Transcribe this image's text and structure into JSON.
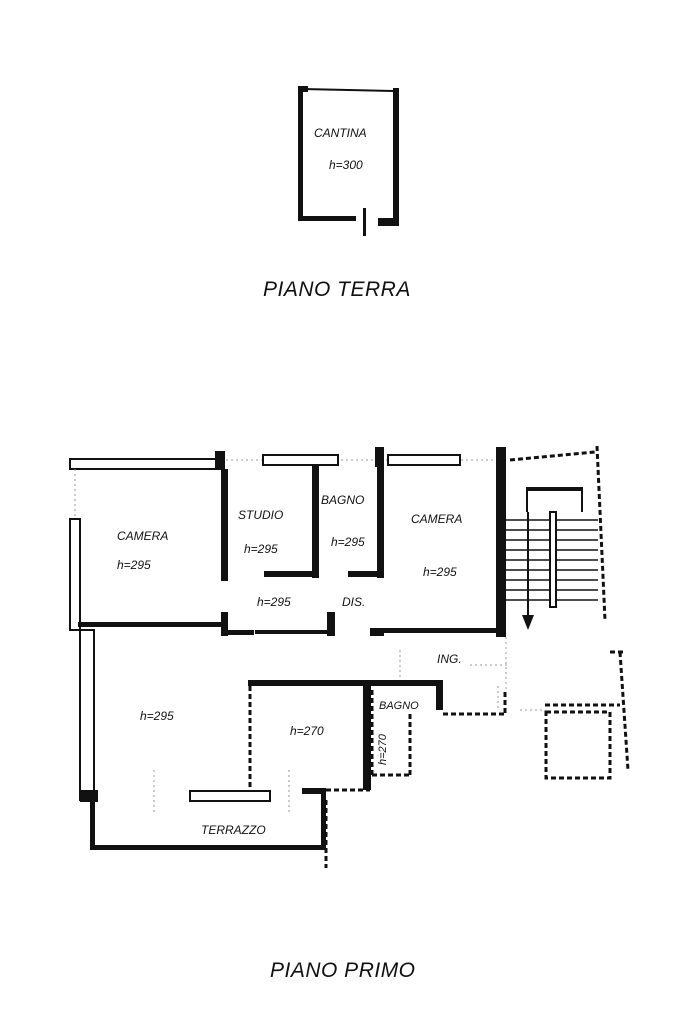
{
  "piano_terra": {
    "title": "PIANO TERRA",
    "cantina": {
      "name": "CANTINA",
      "height": "h=300"
    }
  },
  "piano_primo": {
    "title": "PIANO PRIMO",
    "rooms": {
      "camera_left": {
        "name": "CAMERA",
        "height": "h=295"
      },
      "studio": {
        "name": "STUDIO",
        "height": "h=295"
      },
      "bagno_top": {
        "name": "BAGNO",
        "height": "h=295"
      },
      "camera_right": {
        "name": "CAMERA",
        "height": "h=295"
      },
      "corridor": {
        "height": "h=295"
      },
      "dis": {
        "name": "DIS."
      },
      "ing": {
        "name": "ING."
      },
      "soggiorno": {
        "height": "h=295"
      },
      "cucina": {
        "height": "h=270"
      },
      "bagno_small": {
        "name": "BAGNO",
        "height": "h=270"
      },
      "terrazzo": {
        "name": "TERRAZZO"
      }
    }
  }
}
